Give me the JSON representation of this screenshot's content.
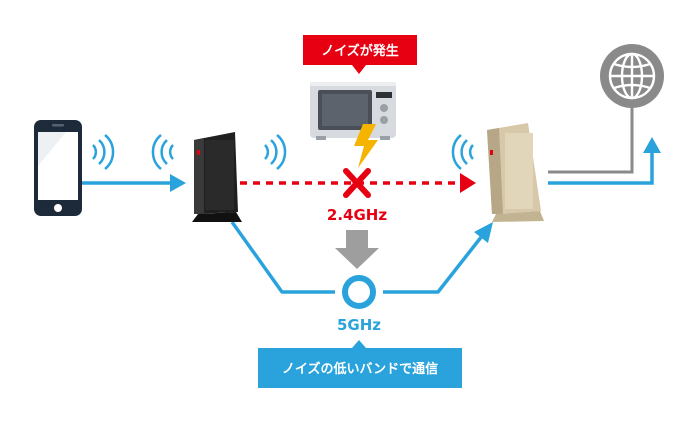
{
  "noise_callout": {
    "label": "ノイズが発生",
    "color": "#e60012"
  },
  "band_24": {
    "label": "2.4GHz",
    "color": "#e60012",
    "status": "blocked"
  },
  "band_5": {
    "label": "5GHz",
    "color": "#2aa3dc",
    "status": "ok"
  },
  "result_callout": {
    "label": "ノイズの低いバンドで通信",
    "color": "#2aa3dc"
  },
  "colors": {
    "link_blue": "#2aa3dc",
    "blocked_red": "#e60012",
    "arrow_gray": "#9e9e9e",
    "internet_gray": "#8a8a8a",
    "lightning_yellow": "#f4b400"
  },
  "devices": {
    "smartphone": "smartphone-icon",
    "black_router": "router-icon",
    "microwave": "microwave-icon",
    "beige_router": "router-icon",
    "internet": "globe-icon"
  }
}
